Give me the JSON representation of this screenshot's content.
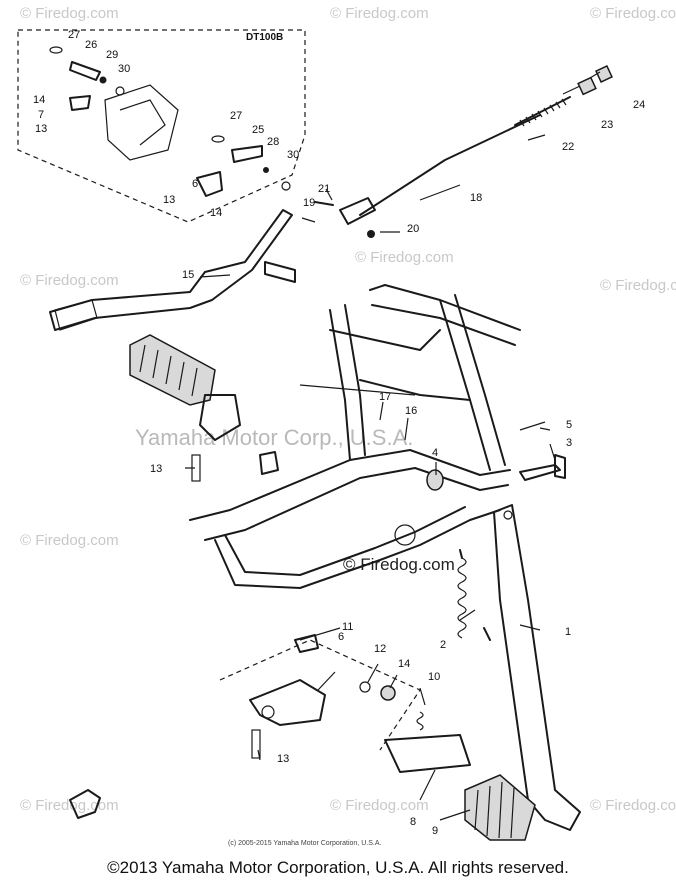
{
  "model_tag": "DT100B",
  "part_callouts": [
    "27",
    "26",
    "29",
    "30",
    "14",
    "7",
    "13",
    "27",
    "25",
    "28",
    "30",
    "6",
    "13",
    "14",
    "21",
    "19",
    "20",
    "24",
    "23",
    "22",
    "18",
    "15",
    "17",
    "16",
    "5",
    "3",
    "13",
    "4",
    "11",
    "6",
    "12",
    "14",
    "10",
    "2",
    "1",
    "13",
    "8",
    "9"
  ],
  "watermarks": {
    "site": "© Firedog.com",
    "center_site": "© Firedog.com",
    "brand": "Yamaha Motor Corp., U.S.A."
  },
  "image_credit": "(c) 2005-2015 Yamaha Motor Corporation, U.S.A.",
  "copyright": "©2013 Yamaha Motor Corporation, U.S.A. All rights reserved."
}
